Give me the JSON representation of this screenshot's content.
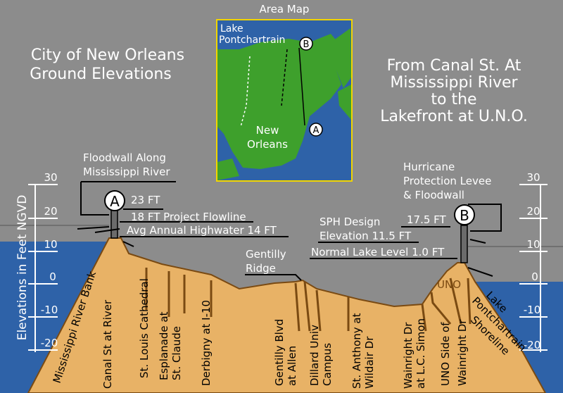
{
  "title": {
    "line1": "City of New Orleans",
    "line2": "Ground Elevations"
  },
  "subtitle": {
    "line1": "From Canal St. At",
    "line2": "Mississippi River",
    "line3": "to the",
    "line4": "Lakefront at U.N.O."
  },
  "area_map": {
    "heading": "Area Map",
    "lake_label_1": "Lake",
    "lake_label_2": "Pontchartrain",
    "city_label_1": "New",
    "city_label_2": "Orleans",
    "marker_a": "A",
    "marker_b": "B"
  },
  "y_axis": {
    "label": "Elevations in Feet NGVD",
    "ticks": [
      "30",
      "20",
      "10",
      "0",
      "-10",
      "-20"
    ]
  },
  "left_annotations": {
    "floodwall_1": "Floodwall Along",
    "floodwall_2": "Mississippi River",
    "marker": "A",
    "wall_top": "23 FT",
    "flowline": "18 FT Project Flowline",
    "highwater": "Avg Annual Highwater 14 FT"
  },
  "right_annotations": {
    "levee_1": "Hurricane",
    "levee_2": "Protection Levee",
    "levee_3": "& Floodwall",
    "marker": "B",
    "wall_top": "17.5 FT",
    "sph_1": "SPH Design",
    "sph_2": "Elevation 11.5 FT",
    "lake_level": "Normal Lake Level 1.0 FT",
    "uno": "UNO",
    "shoreline_1": "Lake",
    "shoreline_2": "Pontchartrain",
    "shoreline_3": "Shoreline"
  },
  "gentilly": {
    "line1": "Gentilly",
    "line2": "Ridge"
  },
  "river_bank": "Mississippi River Bank",
  "locations": [
    {
      "line1": "Canal St at River",
      "line2": ""
    },
    {
      "line1": "St. Louis Cathedral",
      "line2": ""
    },
    {
      "line1": "Esplanade at",
      "line2": "St. Claude"
    },
    {
      "line1": "Derbigny at I-10",
      "line2": ""
    },
    {
      "line1": "Gentilly Blvd",
      "line2": "at Allen"
    },
    {
      "line1": "Dillard Univ",
      "line2": "Campus"
    },
    {
      "line1": "St. Anthony at",
      "line2": "Wildair Dr"
    },
    {
      "line1": "Wainright Dr",
      "line2": "at L.C. Simon"
    },
    {
      "line1": "UNO Side of",
      "line2": "Wainright Dr"
    }
  ],
  "colors": {
    "sky": "#8c8c8c",
    "water": "#2e62a8",
    "ground": "#e8b266",
    "ground_line": "#7a4a12",
    "map_land": "#3ea02c",
    "map_border": "#f2d500"
  }
}
